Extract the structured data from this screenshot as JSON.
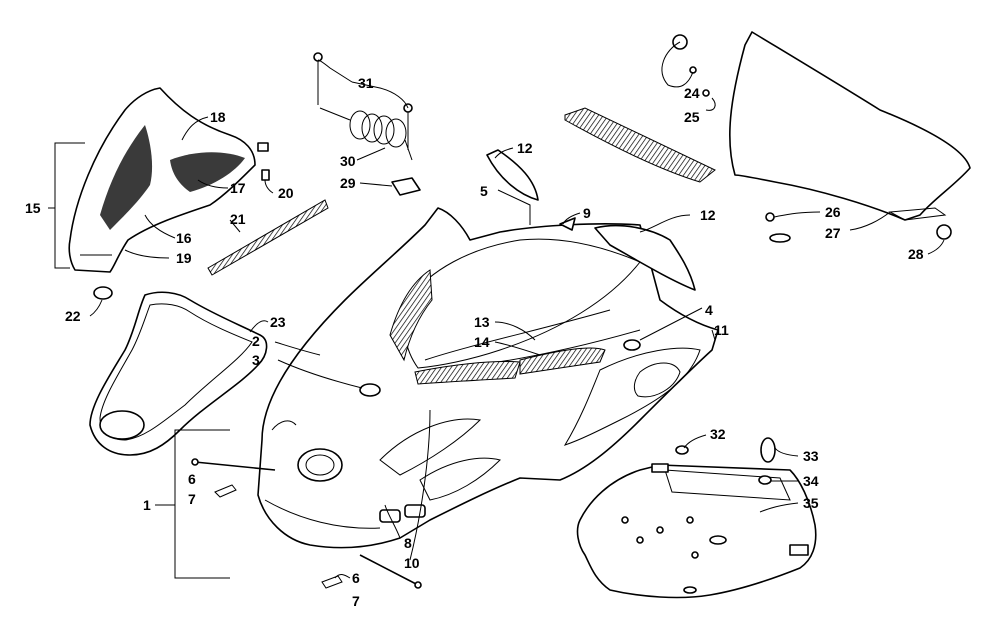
{
  "callouts": [
    "1",
    "2",
    "3",
    "4",
    "5",
    "6",
    "7",
    "6",
    "7",
    "8",
    "9",
    "10",
    "11",
    "12",
    "12",
    "13",
    "14",
    "15",
    "16",
    "17",
    "18",
    "19",
    "20",
    "21",
    "22",
    "23",
    "24",
    "25",
    "26",
    "27",
    "28",
    "29",
    "30",
    "31",
    "32",
    "33",
    "34",
    "35"
  ]
}
